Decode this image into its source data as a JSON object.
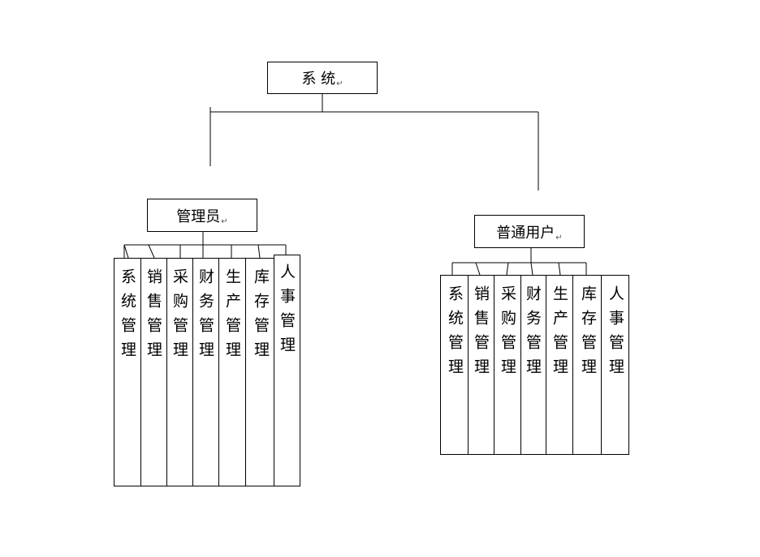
{
  "root": {
    "label": "系 统",
    "mark": "↵"
  },
  "branches": [
    {
      "id": "admin",
      "label": "管理员",
      "mark": "↵",
      "modules": [
        "系统管理",
        "销售管理",
        "采购管理",
        "财务管理",
        "生产管理",
        "库存管理",
        "人事管理"
      ]
    },
    {
      "id": "user",
      "label": "普通用户",
      "mark": "↵",
      "modules": [
        "系统管理",
        "销售管理",
        "采购管理",
        "财务管理",
        "生产管理",
        "库存管理",
        "人事管理"
      ]
    }
  ]
}
